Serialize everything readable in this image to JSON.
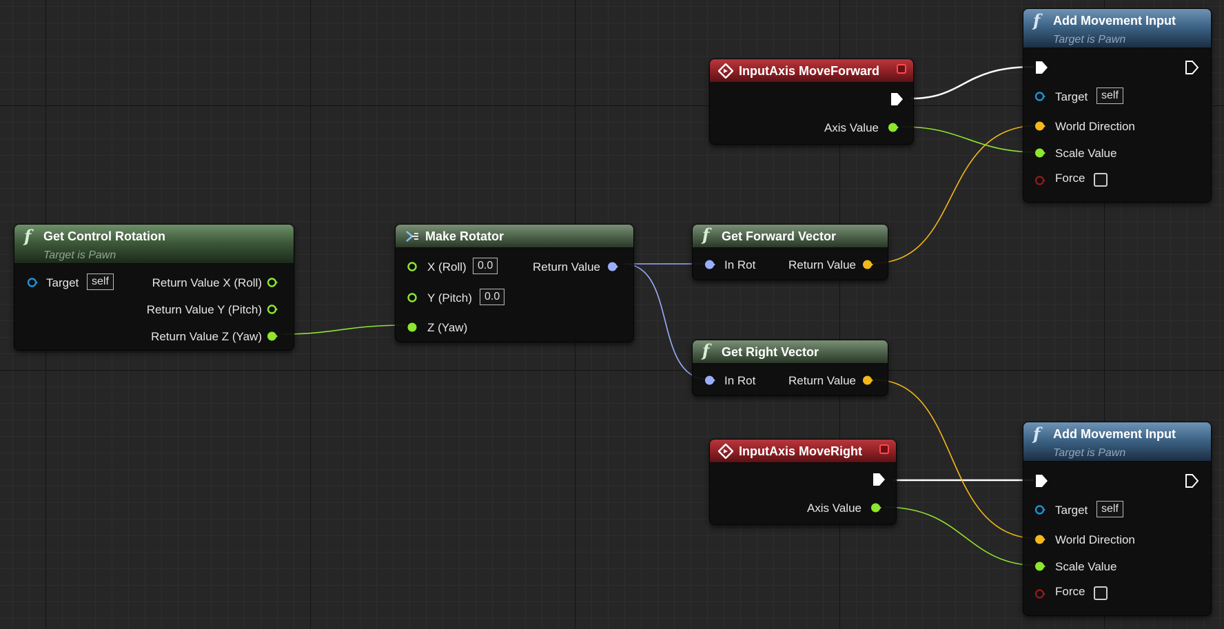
{
  "colors": {
    "exec": "#ffffff",
    "float": "#8ee62e",
    "rotator": "#9aaefc",
    "vector": "#f4b81c",
    "object": "#1e90d8",
    "bool": "#8c1a1a"
  },
  "icons": {
    "function": "function-f-icon",
    "event": "event-diamond-icon",
    "make_struct": "make-struct-icon"
  },
  "nodes": {
    "get_control_rotation": {
      "title": "Get Control Rotation",
      "subtitle": "Target is Pawn",
      "target_label": "Target",
      "target_value": "self",
      "out_x": "Return Value X (Roll)",
      "out_y": "Return Value Y (Pitch)",
      "out_z": "Return Value Z (Yaw)"
    },
    "make_rotator": {
      "title": "Make Rotator",
      "x_label": "X (Roll)",
      "x_value": "0.0",
      "y_label": "Y (Pitch)",
      "y_value": "0.0",
      "z_label": "Z (Yaw)",
      "out_label": "Return Value"
    },
    "get_forward_vector": {
      "title": "Get Forward Vector",
      "in_label": "In Rot",
      "out_label": "Return Value"
    },
    "get_right_vector": {
      "title": "Get Right Vector",
      "in_label": "In Rot",
      "out_label": "Return Value"
    },
    "input_move_forward": {
      "title": "InputAxis MoveForward",
      "axis_label": "Axis Value"
    },
    "input_move_right": {
      "title": "InputAxis MoveRight",
      "axis_label": "Axis Value"
    },
    "add_movement_top": {
      "title": "Add Movement Input",
      "subtitle": "Target is Pawn",
      "target_label": "Target",
      "target_value": "self",
      "world_dir_label": "World Direction",
      "scale_label": "Scale Value",
      "force_label": "Force",
      "force_checked": false
    },
    "add_movement_bottom": {
      "title": "Add Movement Input",
      "subtitle": "Target is Pawn",
      "target_label": "Target",
      "target_value": "self",
      "world_dir_label": "World Direction",
      "scale_label": "Scale Value",
      "force_label": "Force",
      "force_checked": false
    }
  }
}
